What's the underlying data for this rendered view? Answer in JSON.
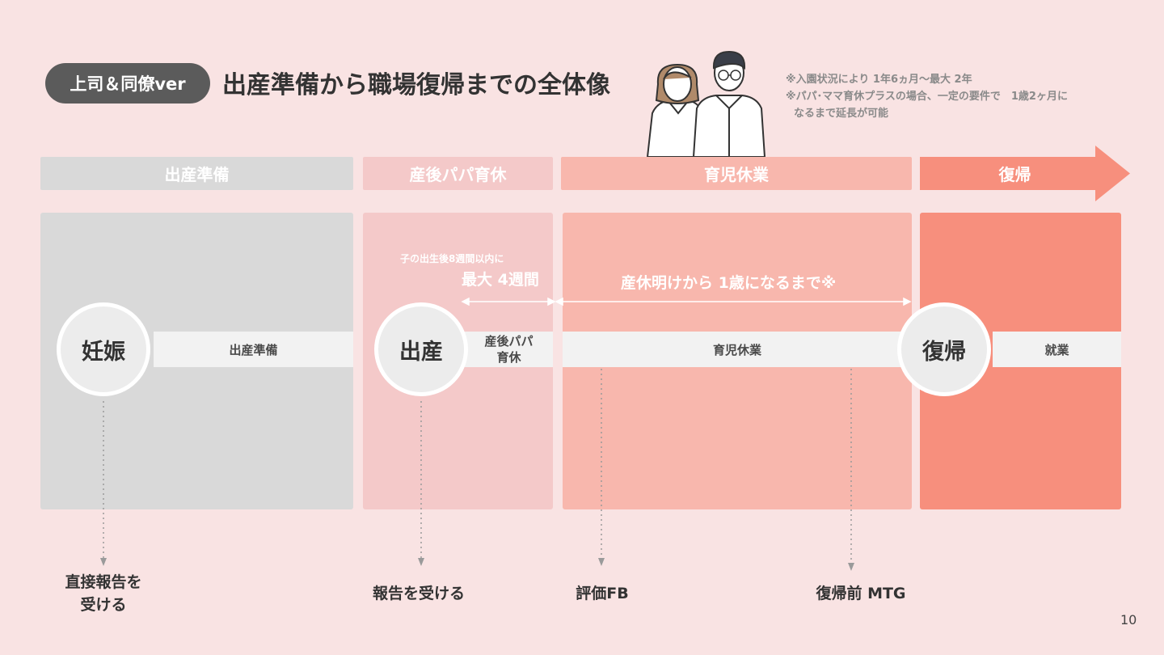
{
  "header": {
    "badge": "上司＆同僚ver",
    "title": "出産準備から職場復帰までの全体像",
    "notes": [
      "※入園状況により 1年6ヵ月〜最大 2年",
      "※パパ･ママ育休プラスの場合、一定の要件で　1歳2ヶ月に",
      "なるまで延長が可能"
    ]
  },
  "phases": [
    "出産準備",
    "産後パパ育休",
    "育児休業",
    "復帰"
  ],
  "timeline": {
    "milestones": [
      "妊娠",
      "出産",
      "復帰"
    ],
    "bands": [
      "出産準備",
      "産後パパ\n育休",
      "育児休業",
      "就業"
    ],
    "span_papa_small": "子の出生後8週間以内に",
    "span_papa_big": "最大 4週間",
    "span_leave": "産休明けから 1歳になるまで※"
  },
  "actions": [
    "直接報告を\n受ける",
    "報告を受ける",
    "評価FB",
    "復帰前 MTG"
  ],
  "page_number": "10",
  "colors": {
    "prep": "#d9d9d9",
    "papa": "#f4c9c9",
    "leave": "#f8b7ad",
    "return": "#f78f7d",
    "background": "#f9e3e3"
  }
}
